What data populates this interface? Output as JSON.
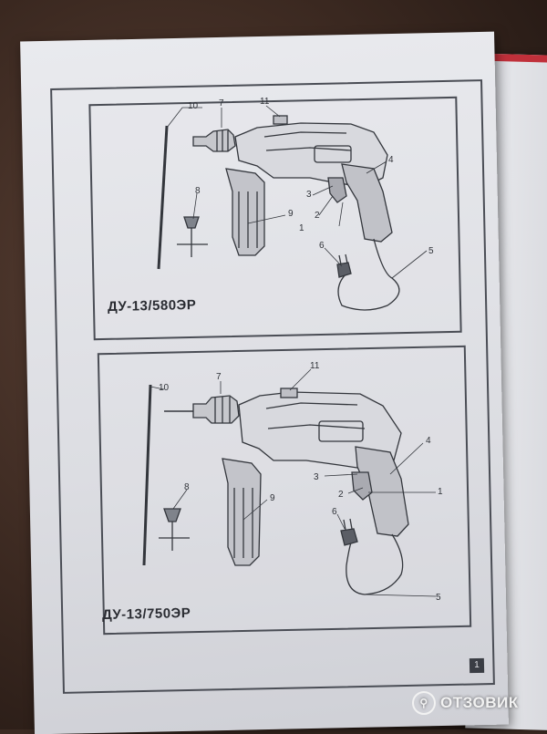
{
  "top_panel": {
    "model": "ДУ-13/580ЭР",
    "callouts": [
      "1",
      "2",
      "3",
      "4",
      "5",
      "6",
      "7",
      "8",
      "9",
      "10",
      "11"
    ]
  },
  "bottom_panel": {
    "model": "ДУ-13/750ЭР",
    "callouts": [
      "1",
      "2",
      "3",
      "4",
      "5",
      "6",
      "7",
      "8",
      "9",
      "10",
      "11"
    ]
  },
  "page_number": "1",
  "watermark": {
    "icon": "search-icon",
    "text": "ОТЗОВИК"
  }
}
